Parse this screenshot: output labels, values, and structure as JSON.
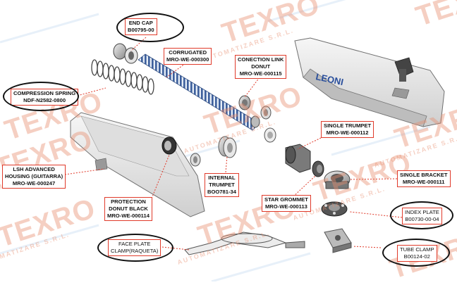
{
  "watermark": {
    "brand": "TEXRO",
    "sub": "AUTOMATIZARE S.R.L."
  },
  "housing_logo": "LEONI",
  "labels": {
    "end_cap": [
      "END CAP",
      "B00795-00"
    ],
    "corrugated": [
      "CORRUGATED",
      "MRO-WE-000300"
    ],
    "connection_link_donut": [
      "CONECTION LINK",
      "DONUT",
      "MRO-WE-000115"
    ],
    "compression_spring": [
      "COMPRESSION SPRING",
      "NDF-N2582-0800"
    ],
    "single_trumpet": [
      "SINGLE TRUMPET",
      "MRO-WE-000112"
    ],
    "lsh_advanced_housing": [
      "LSH ADVANCED",
      "HOUSING (GUITARRA)",
      "MRO-WE-000247"
    ],
    "single_bracket": [
      "SINGLE BRACKET",
      "MRO-WE-000111"
    ],
    "internal_trumpet": [
      "INTERNAL",
      "TRUMPET",
      "BOO781-34"
    ],
    "star_grommet": [
      "STAR GROMMET",
      "MRO-WE-000113"
    ],
    "protection_donut_black": [
      "PROTECTION",
      "DONUT BLACK",
      "MRO-WE-000114"
    ],
    "index_plate": [
      "INDEX PLATE",
      "B00730-00-04"
    ],
    "face_plate_clamp": [
      "FACE PLATE",
      "CLAMP(RAQUETA)"
    ],
    "tube_clamp": [
      "TUBE CLAMP",
      "B00124-02"
    ]
  },
  "colors": {
    "label_border": "#e03a2a",
    "corrugated_tube": "#3d5f9c",
    "watermark": "#e88c6e",
    "leoni_logo": "#2a4f9c"
  }
}
